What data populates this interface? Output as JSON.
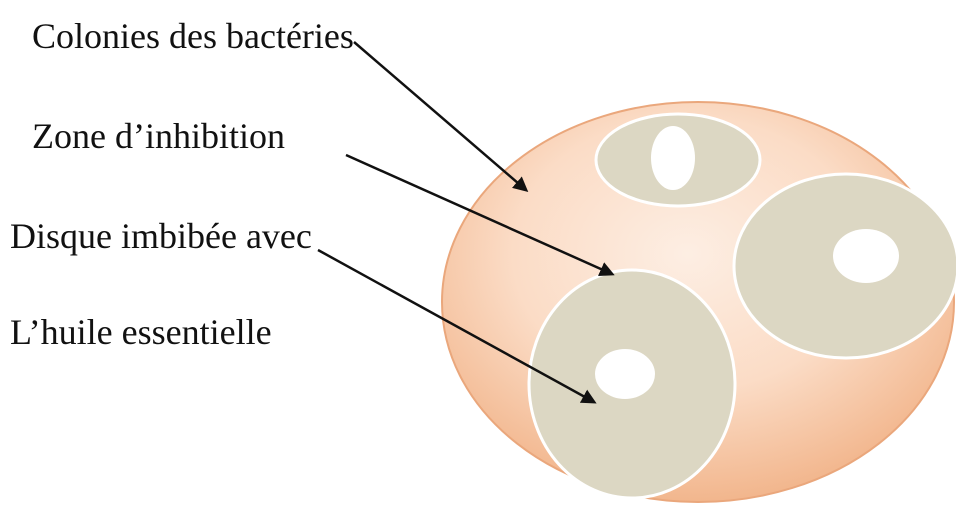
{
  "labels": {
    "colonies": "Colonies des bactéries",
    "zone": "Zone d’inhibition",
    "disque_line1": "Disque imbibée avec",
    "disque_line2": "L’huile essentielle"
  },
  "colors": {
    "dish_center": "#fdeee3",
    "dish_edge": "#f2b68d",
    "inhibition_zone": "#dcd7c3",
    "disc": "#ffffff",
    "arrow": "#111111"
  }
}
